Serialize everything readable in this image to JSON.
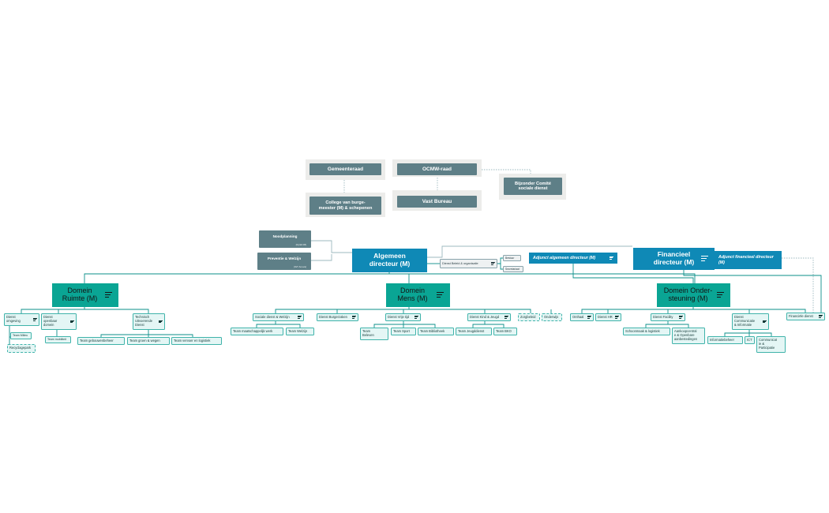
{
  "governance": {
    "gemeenteraad": "Gemeenteraad",
    "ocmw_raad": "OCMW-raad",
    "college": "College van burge-\nmeester (M) & schepenen",
    "vast_bureau": "Vast Bureau",
    "bijzonder_comite": "Bijzonder Comité\nsociale dienst"
  },
  "staff": {
    "noodplanning": "Noodplanning",
    "noodplanning_sub": "(bij Eli 08)",
    "preventie": "Preventie & Welzijn",
    "preventie_sub": "(IGT Anova)"
  },
  "top": {
    "algemeen_directeur": "Algemeen\ndirecteur (M)",
    "dienst_beleid": "Dienst Beleid & organisatie",
    "bestuur": "Bestuur",
    "secretariaat": "Secretariaat",
    "adjunct_algemeen": "Adjunct algemeen directeur (M)",
    "financieel_directeur": "Financieel\ndirecteur (M)",
    "adjunct_financieel": "Adjunct financieel directeur\n(M)"
  },
  "domains": {
    "ruimte": "Domein\nRuimte (M)",
    "mens": "Domein\nMens (M)",
    "ondersteuning": "Domein Onder-\nsteuning (M)"
  },
  "ruimte": {
    "dienst_omgeving": "Dienst\nomgeving",
    "team_milieu": "Team Milieu",
    "recyclagepark": "Recyclagepark",
    "dienst_openbaar_domein": "Dienst\nopenbaar\ndomein",
    "team_mobiliteit": "Team mobiliteit",
    "technisch_uitvoerende": "Technisch\nUitvoerende\nDienst",
    "team_gebouwenbeheer": "Team gebouwenbeheer",
    "team_groen_wegen": "Team groen & wegen",
    "team_vervoer": "Team vervoer en logistiek"
  },
  "mens": {
    "sociale_dienst": "Sociale dienst & Welzijn",
    "team_maatschappelijk": "Team maatschappelijk werk",
    "team_welzijn": "Team Welzijn",
    "dienst_burgerzaken": "Dienst Burgerzaken",
    "dienst_vrije_tijd": "Dienst Vrije tijd",
    "team_beleven": "Team\nBeleven",
    "team_sport": "Team Sport",
    "team_bibliotheek": "Team Bibliotheek",
    "dienst_kind_jeugd": "Dienst Kind & Jeugd",
    "team_jeugddienst": "Team Jeugddienst",
    "team_bko": "Team BKO",
    "zorgbeleid": "Zorgbeleid",
    "onderwijs": "Onderwijs"
  },
  "ondersteuning": {
    "onthaal": "Onthaal",
    "dienst_hr": "Dienst HR",
    "dienst_facility": "Dienst Facility",
    "schoonmaak": "Schoonmaak & logistiek",
    "aankoopcentrale": "Aankoopcentral\ne & Openbare\naanbestedingen",
    "dienst_communicatie": "Dienst\nCommunicatie\n& Informatie",
    "informatiebeheer": "Informatiebeheer",
    "ict": "ICT",
    "communicatie_participatie": "Communicat\nie &\nParticipatie",
    "financiele_dienst": "Financiële dienst"
  },
  "colors": {
    "slate": "#5e7f87",
    "blue": "#0f89b6",
    "domain_teal": "#0aa594",
    "leaf_fill": "#e4f6f5",
    "connector": "#0b8f8a"
  }
}
